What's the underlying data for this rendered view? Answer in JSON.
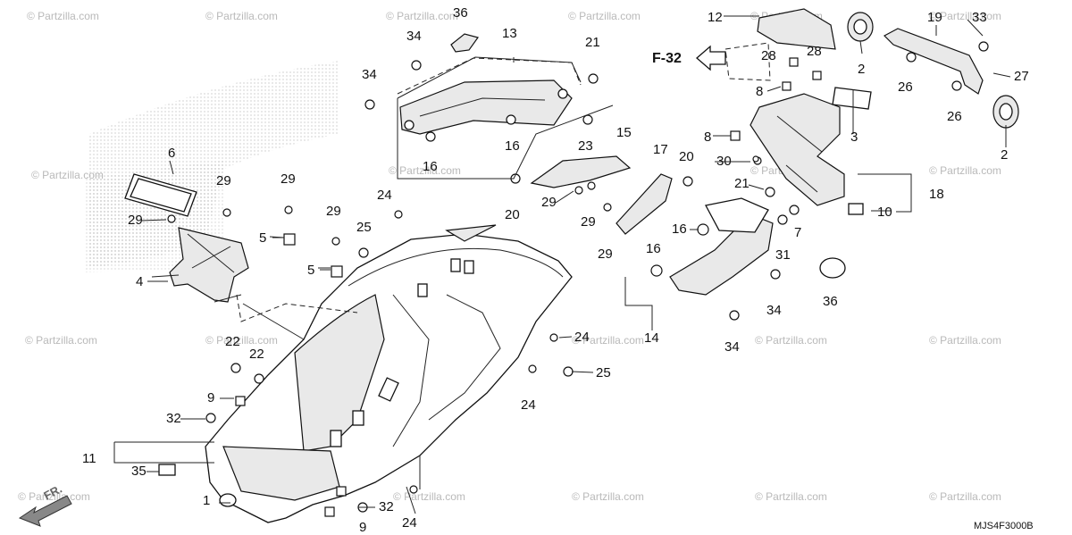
{
  "watermark": "© Partzilla.com",
  "diagram_code": "MJS4F3000B",
  "front_marker": "FR.",
  "reference_label": "F-32",
  "callouts": {
    "c1": "1",
    "c2a": "2",
    "c2b": "2",
    "c3": "3",
    "c4": "4",
    "c5a": "5",
    "c5b": "5",
    "c6": "6",
    "c7": "7",
    "c8a": "8",
    "c8b": "8",
    "c9a": "9",
    "c9b": "9",
    "c10": "10",
    "c11": "11",
    "c12": "12",
    "c13": "13",
    "c14": "14",
    "c15": "15",
    "c16a": "16",
    "c16b": "16",
    "c16c": "16",
    "c16d": "16",
    "c17": "17",
    "c18": "18",
    "c19": "19",
    "c20a": "20",
    "c20b": "20",
    "c21a": "21",
    "c21b": "21",
    "c22a": "22",
    "c22b": "22",
    "c23": "23",
    "c24a": "24",
    "c24b": "24",
    "c24c": "24",
    "c24d": "24",
    "c25a": "25",
    "c25b": "25",
    "c26a": "26",
    "c26b": "26",
    "c27": "27",
    "c28a": "28",
    "c28b": "28",
    "c29a": "29",
    "c29b": "29",
    "c29c": "29",
    "c29d": "29",
    "c29e": "29",
    "c29f": "29",
    "c30": "30",
    "c31": "31",
    "c32a": "32",
    "c32b": "32",
    "c33": "33",
    "c34a": "34",
    "c34b": "34",
    "c34c": "34",
    "c34d": "34",
    "c35": "35",
    "c36a": "36",
    "c36b": "36"
  }
}
